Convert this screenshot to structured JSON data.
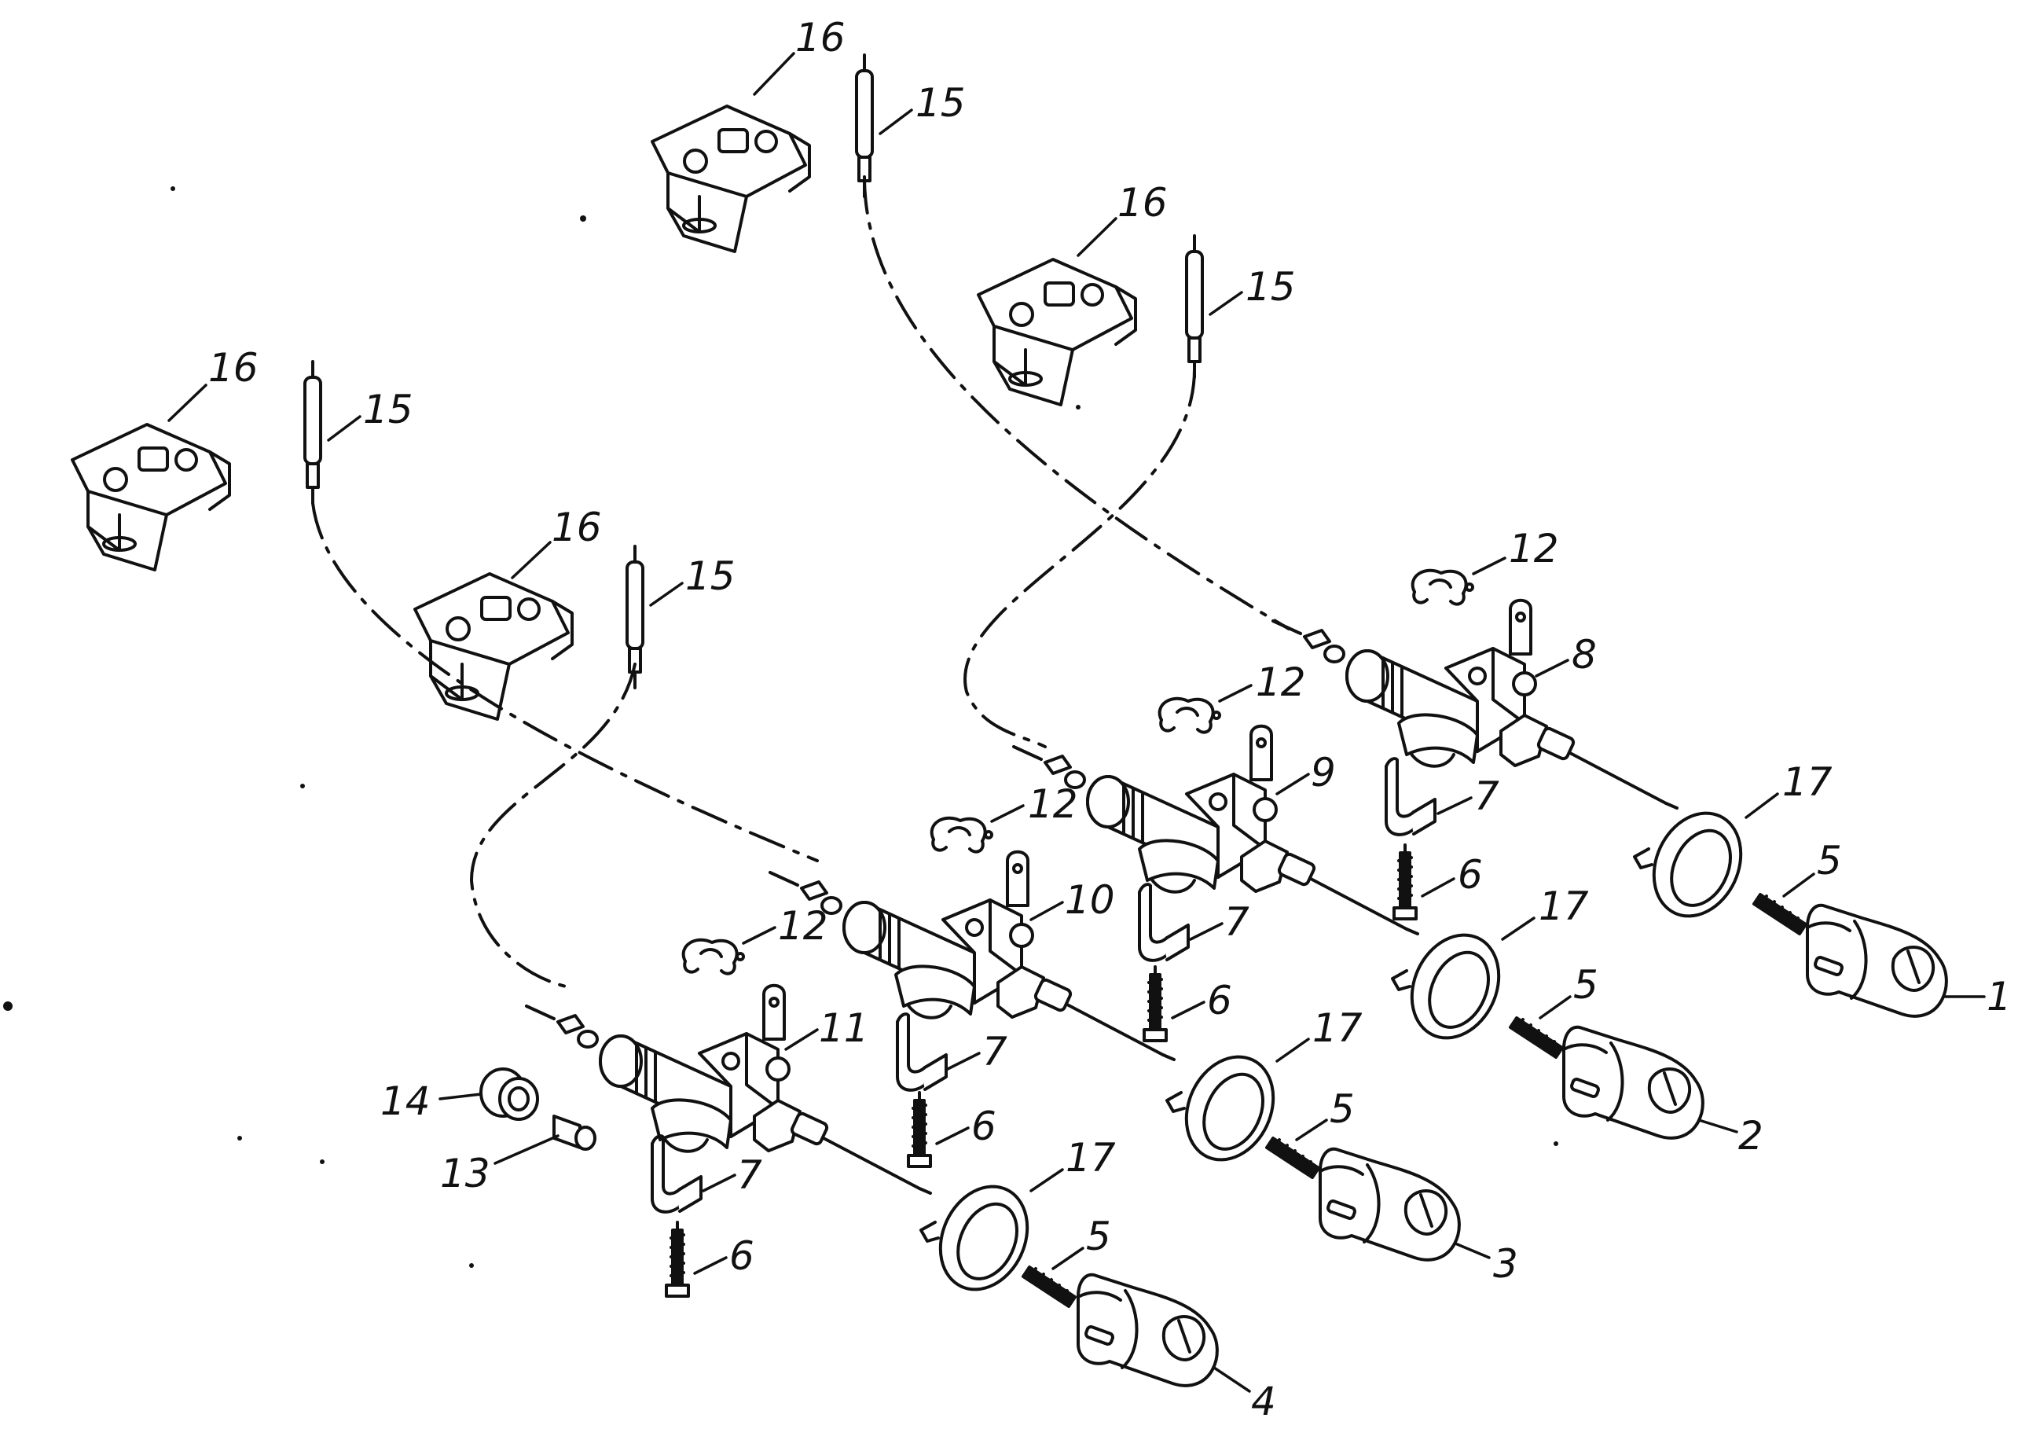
{
  "diagram": {
    "colors": {
      "ink": "#111111",
      "paper": "#ffffff"
    },
    "labels": {
      "knob_1": "1",
      "knob_2": "2",
      "knob_3": "3",
      "knob_4": "4",
      "screw_5": "5",
      "screw_6": "6",
      "clip_7": "7",
      "tap_8": "8",
      "tap_9": "9",
      "tap_10": "10",
      "tap_11": "11",
      "clamp_12": "12",
      "nut_13": "13",
      "nut_14": "14",
      "thermocouple_15": "15",
      "bracket_16": "16",
      "ring_17": "17"
    }
  }
}
